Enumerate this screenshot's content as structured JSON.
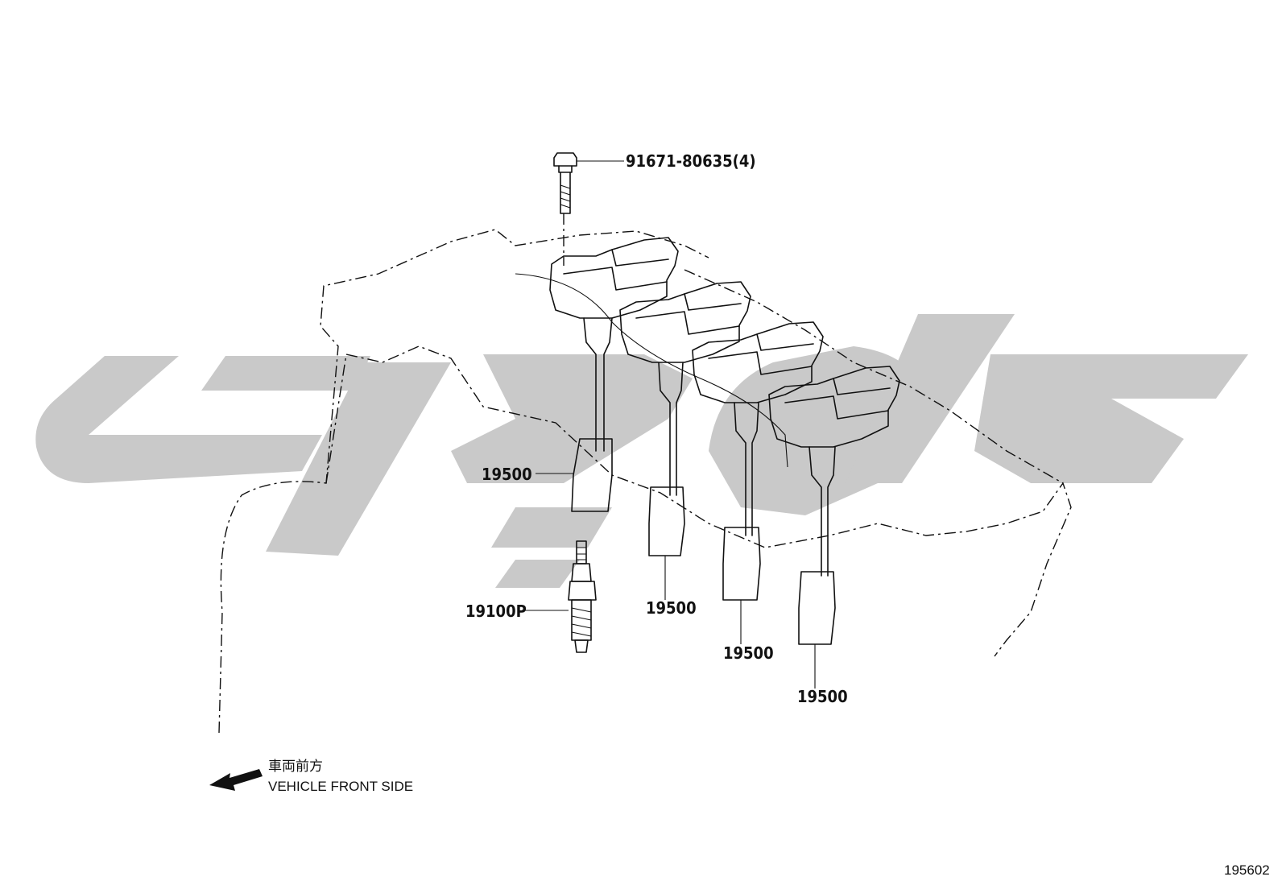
{
  "labels": {
    "bolt": "91671-80635(4)",
    "coil_1": "19500",
    "coil_2": "19500",
    "coil_3": "19500",
    "coil_4": "19500",
    "spark_plug": "19100P"
  },
  "direction_note": {
    "jp": "車両前方",
    "en": "VEHICLE FRONT SIDE"
  },
  "figure_id": "195602",
  "colors": {
    "line": "#111111",
    "watermark": "#c9c9c9",
    "background": "#ffffff"
  }
}
